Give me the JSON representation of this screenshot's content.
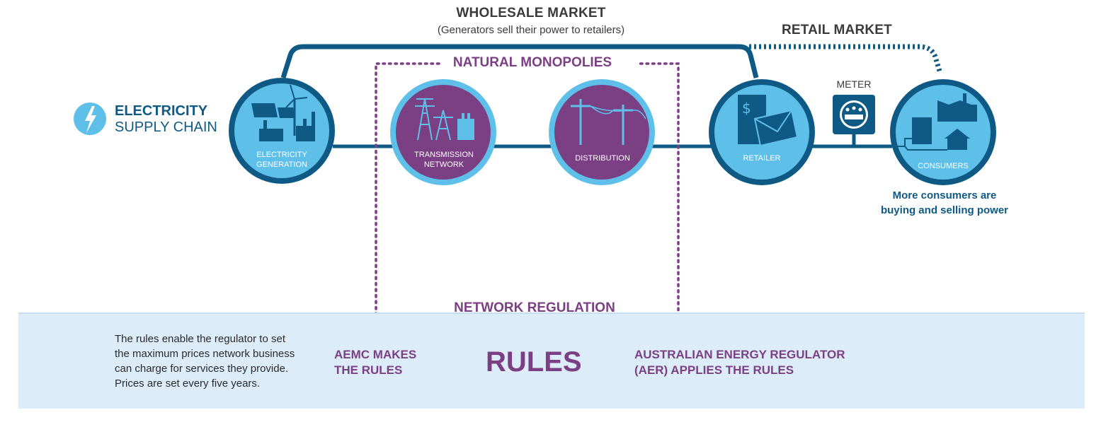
{
  "wholesale": {
    "title": "WHOLESALE MARKET",
    "subtitle": "(Generators sell their power to retailers)"
  },
  "retail": {
    "title": "RETAIL MARKET"
  },
  "monopolies": {
    "title": "NATURAL MONOPOLIES"
  },
  "supply_chain": {
    "line1": "ELECTRICITY",
    "line2": "SUPPLY CHAIN",
    "icon": "lightning-bolt-icon"
  },
  "nodes": {
    "generation": {
      "line1": "ELECTRICITY",
      "line2": "GENERATION"
    },
    "transmission": {
      "line1": "TRANSMISSION",
      "line2": "NETWORK"
    },
    "distribution": {
      "line1": "DISTRIBUTION"
    },
    "retailer": {
      "line1": "RETAILER"
    },
    "consumers": {
      "line1": "CONSUMERS"
    }
  },
  "meter": {
    "label": "METER"
  },
  "consumer_note": {
    "line1": "More consumers are",
    "line2": "buying and selling power"
  },
  "regulation": {
    "title": "NETWORK REGULATION",
    "description": [
      "The rules enable the regulator to set",
      "the maximum prices network business",
      "can charge for services they provide.",
      "Prices are set every five years."
    ],
    "aemc": [
      "AEMC MAKES",
      "THE RULES"
    ],
    "rules": "RULES",
    "aer": [
      "AUSTRALIAN ENERGY REGULATOR",
      "(AER) APPLIES THE RULES"
    ]
  },
  "colors": {
    "dark_blue": "#0f5a85",
    "light_blue": "#5ebfe9",
    "purple": "#7b3f84",
    "panel": "#dcecf8"
  }
}
